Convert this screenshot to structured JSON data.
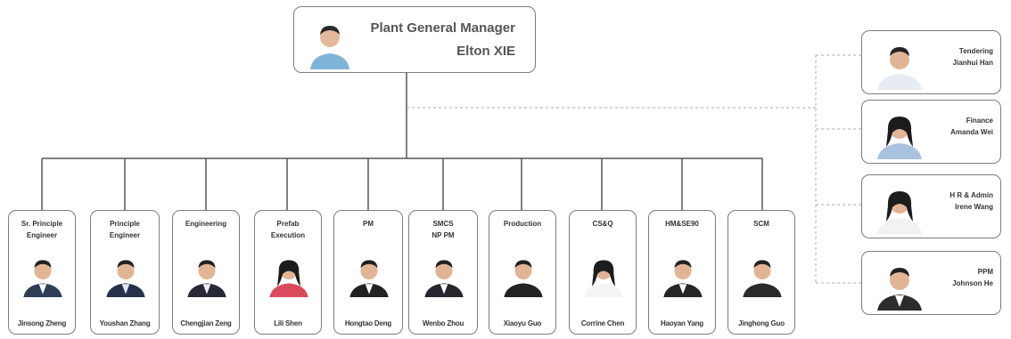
{
  "top": {
    "role": "Plant General Manager",
    "name": "Elton XIE"
  },
  "departments": [
    {
      "role": "Sr. Principle\nEngineer",
      "name": "Jinsong Zheng"
    },
    {
      "role": "Principle\nEngineer",
      "name": "Youshan Zhang"
    },
    {
      "role": "Engineering",
      "name": "Chengjian Zeng"
    },
    {
      "role": "Prefab\nExecution",
      "name": "Lili Shen"
    },
    {
      "role": "PM",
      "name": "Hongtao Deng"
    },
    {
      "role": "SMCS\nNP PM",
      "name": "Wenbo Zhou"
    },
    {
      "role": "Production",
      "name": "Xiaoyu Guo"
    },
    {
      "role": "CS&Q",
      "name": "Corrine Chen"
    },
    {
      "role": "HM&SE90",
      "name": "Haoyan Yang"
    },
    {
      "role": "SCM",
      "name": "Jinghong Guo"
    }
  ],
  "staff": [
    {
      "role": "Tendering",
      "name": "Jianhui Han"
    },
    {
      "role": "Finance",
      "name": "Amanda Wei"
    },
    {
      "role": "H R & Admin",
      "name": "Irene Wang"
    },
    {
      "role": "PPM",
      "name": "Johnson He"
    }
  ],
  "colors": {
    "border": "#7d7d7d",
    "line": "#555555",
    "dotted": "#aaaaaa"
  },
  "icons": {
    "photo": "person-photo-icon"
  }
}
